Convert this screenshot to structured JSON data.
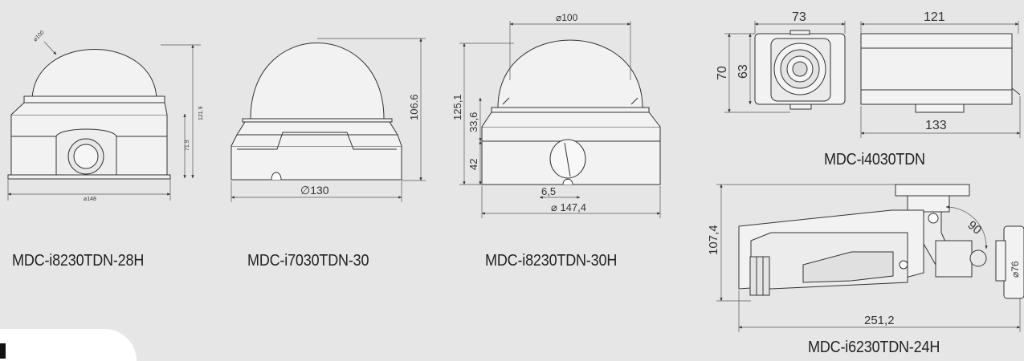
{
  "captions": {
    "c1": "MDC-i8230TDN-28H",
    "c2": "MDC-i7030TDN-30",
    "c3": "MDC-i8230TDN-30H",
    "c4": "MDC-i4030TDN",
    "c5": "MDC-i6230TDN-24H"
  },
  "dims": {
    "d1_dia": "⌀100",
    "d1_h1": "121.9",
    "d1_h2": "71.9",
    "d1_w": "⌀148",
    "d2_h": "106.6",
    "d2_w": "∅130",
    "d3_top": "⌀100",
    "d3_h": "125,1",
    "d3_h1": "33,6",
    "d3_h2": "42",
    "d3_small": "6,5",
    "d3_w": "⌀ 147,4",
    "d4_w1": "73",
    "d4_w2": "121",
    "d4_h1": "70",
    "d4_h2": "63",
    "d4_w3": "133",
    "d5_h": "107,4",
    "d5_angle": "90",
    "d5_w": "251,2",
    "d5_side": "⌀76"
  },
  "colors": {
    "background": "#e6e6e6",
    "line": "#333333",
    "fill": "#f2f2f2"
  }
}
